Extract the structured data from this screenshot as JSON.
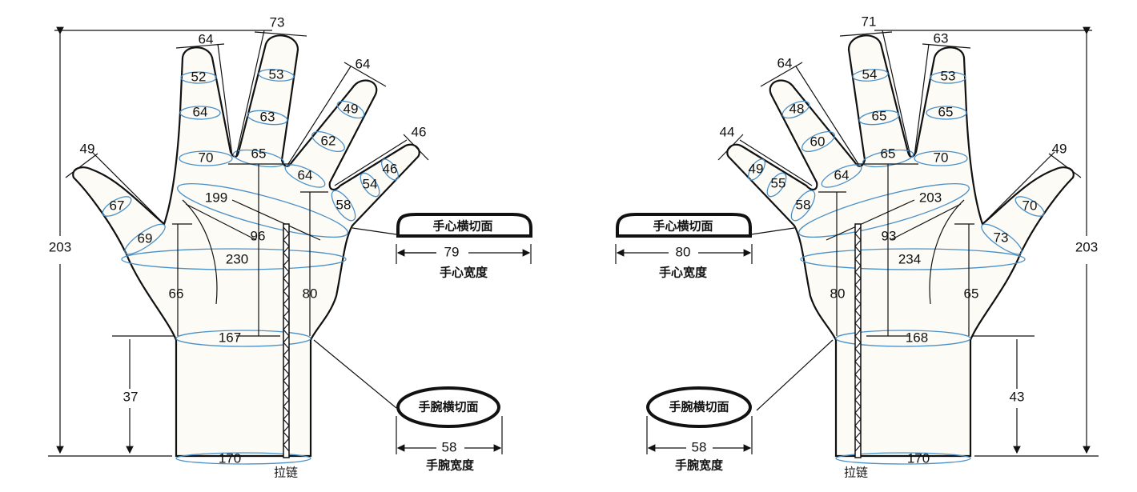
{
  "left_glove": {
    "labels": [
      "64",
      "73",
      "64",
      "46",
      "49",
      "52",
      "64",
      "53",
      "63",
      "49",
      "62",
      "70",
      "65",
      "64",
      "46",
      "54",
      "58",
      "67",
      "199",
      "69",
      "96",
      "230",
      "66",
      "80",
      "167",
      "37",
      "170",
      "203"
    ],
    "zipper_label": "拉链",
    "palm_section": {
      "title": "手心横切面",
      "value": "79",
      "caption": "手心宽度"
    },
    "wrist_section": {
      "title": "手腕横切面",
      "value": "58",
      "caption": "手腕宽度"
    }
  },
  "right_glove": {
    "labels": [
      "71",
      "63",
      "64",
      "44",
      "49",
      "54",
      "53",
      "48",
      "65",
      "65",
      "60",
      "65",
      "70",
      "64",
      "49",
      "55",
      "58",
      "203",
      "70",
      "73",
      "93",
      "234",
      "80",
      "65",
      "168",
      "43",
      "170",
      "203"
    ],
    "zipper_label": "拉链",
    "palm_section": {
      "title": "手心横切面",
      "value": "80",
      "caption": "手心宽度"
    },
    "wrist_section": {
      "title": "手腕横切面",
      "value": "58",
      "caption": "手腕宽度"
    }
  },
  "colors": {
    "outline": "#111111",
    "measure_ring": "#4a90c8",
    "glove_fill": "#fdfbf5"
  }
}
